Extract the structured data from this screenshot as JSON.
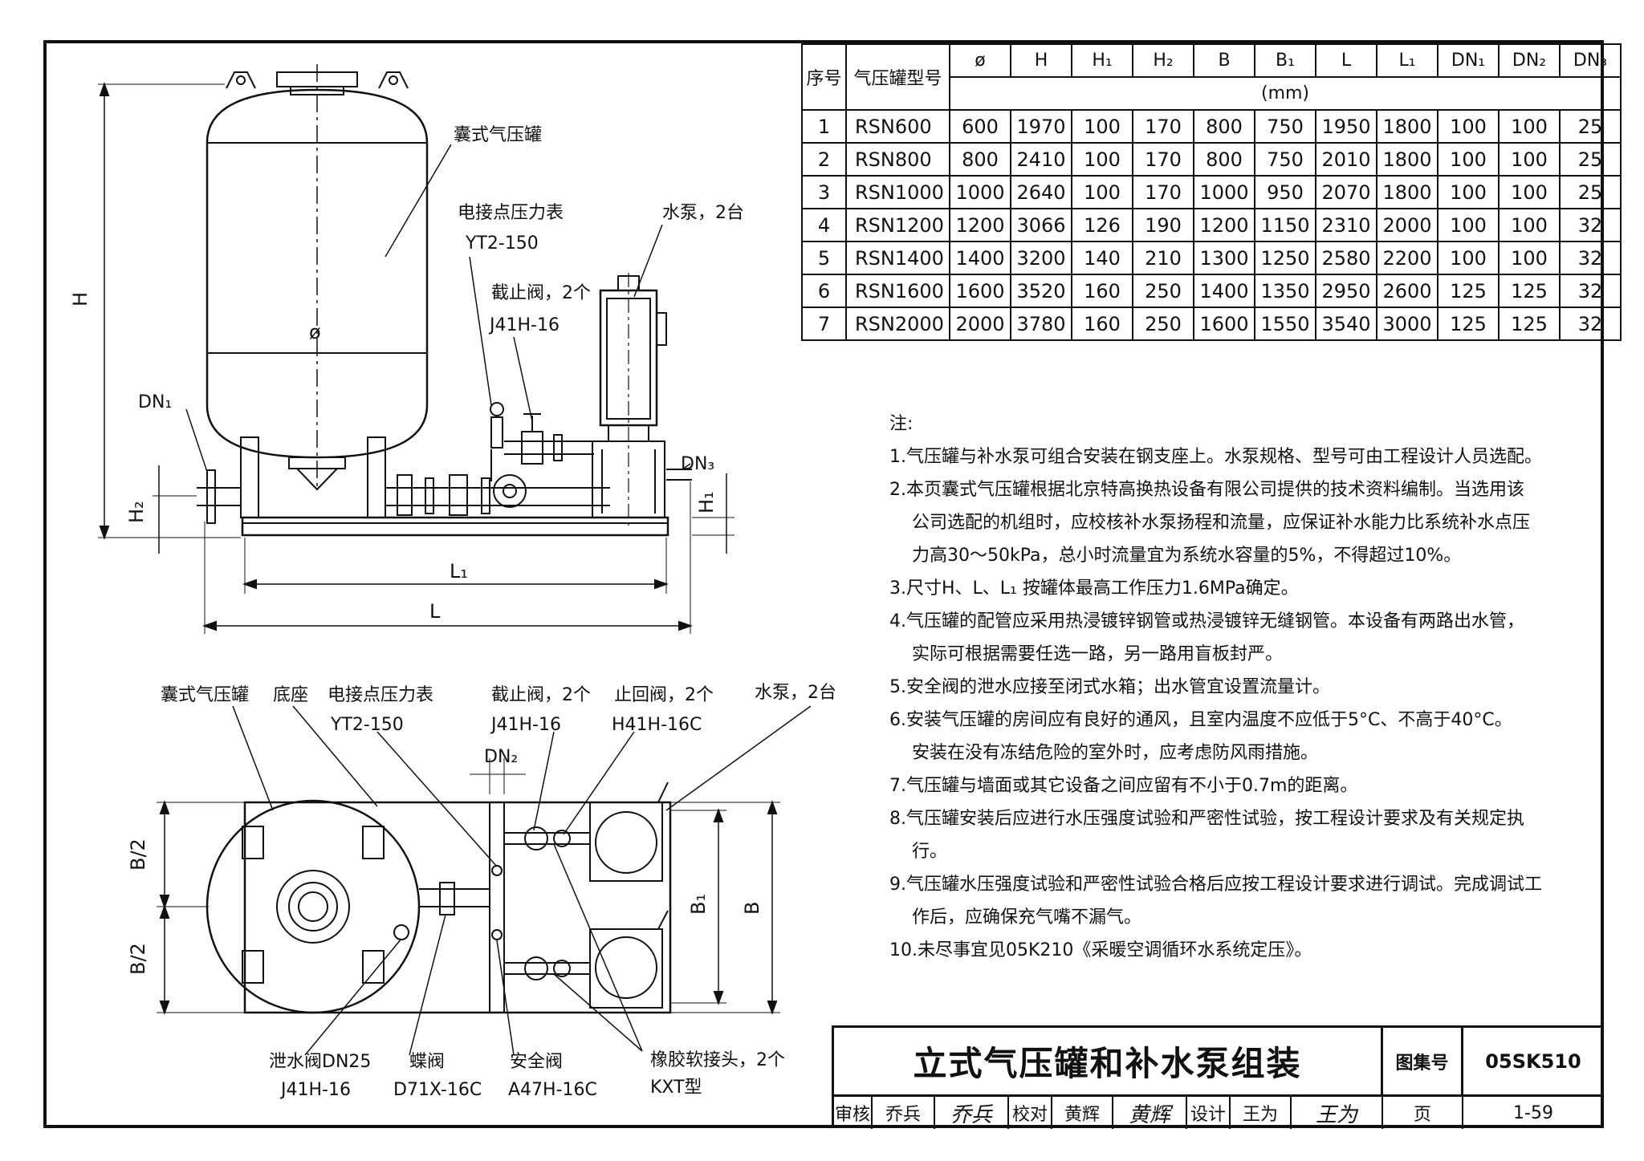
{
  "table": {
    "headers": [
      "序号",
      "气压罐型号",
      "ø",
      "H",
      "H₁",
      "H₂",
      "B",
      "B₁",
      "L",
      "L₁",
      "DN₁",
      "DN₂",
      "DN₃"
    ],
    "unit": "(mm)",
    "rows": [
      [
        "1",
        "RSN600",
        "600",
        "1970",
        "100",
        "170",
        "800",
        "750",
        "1950",
        "1800",
        "100",
        "100",
        "25"
      ],
      [
        "2",
        "RSN800",
        "800",
        "2410",
        "100",
        "170",
        "800",
        "750",
        "2010",
        "1800",
        "100",
        "100",
        "25"
      ],
      [
        "3",
        "RSN1000",
        "1000",
        "2640",
        "100",
        "170",
        "1000",
        "950",
        "2070",
        "1800",
        "100",
        "100",
        "25"
      ],
      [
        "4",
        "RSN1200",
        "1200",
        "3066",
        "126",
        "190",
        "1200",
        "1150",
        "2310",
        "2000",
        "100",
        "100",
        "32"
      ],
      [
        "5",
        "RSN1400",
        "1400",
        "3200",
        "140",
        "210",
        "1300",
        "1250",
        "2580",
        "2200",
        "100",
        "100",
        "32"
      ],
      [
        "6",
        "RSN1600",
        "1600",
        "3520",
        "160",
        "250",
        "1400",
        "1350",
        "2950",
        "2600",
        "125",
        "125",
        "32"
      ],
      [
        "7",
        "RSN2000",
        "2000",
        "3780",
        "160",
        "250",
        "1600",
        "1550",
        "3540",
        "3000",
        "125",
        "125",
        "32"
      ]
    ]
  },
  "elevation": {
    "tank_label": "囊式气压罐",
    "gauge_label": "电接点压力表",
    "gauge_model": "YT2-150",
    "pump_label": "水泵，2台",
    "valve_label": "截止阀，2个",
    "valve_model": "J41H-16",
    "dn1": "DN₁",
    "dn3": "DN₃",
    "h": "H",
    "h1": "H₁",
    "h2": "H₂",
    "phi": "ø",
    "l": "L",
    "l1": "L₁"
  },
  "plan": {
    "tank_label": "囊式气压罐",
    "base_label": "底座",
    "gauge_label": "电接点压力表",
    "gauge_model": "YT2-150",
    "stop_valve_label": "截止阀，2个",
    "stop_valve_model": "J41H-16",
    "check_valve_label": "止回阀，2个",
    "check_valve_model": "H41H-16C",
    "pump_label": "水泵，2台",
    "dn2": "DN₂",
    "b_half_top": "B/2",
    "b_half_bottom": "B/2",
    "b1": "B₁",
    "b": "B",
    "drain_label": "泄水阀DN25",
    "drain_model": "J41H-16",
    "butterfly_label": "蝶阀",
    "butterfly_model": "D71X-16C",
    "safety_label": "安全阀",
    "safety_model": "A47H-16C",
    "joint_label": "橡胶软接头，2个",
    "joint_model": "KXT型"
  },
  "notes": {
    "heading": "注:",
    "items": [
      [
        "1.气压罐与补水泵可组合安装在钢支座上。水泵规格、型号可由工程设计人员选配。"
      ],
      [
        "2.本页囊式气压罐根据北京特高换热设备有限公司提供的技术资料编制。当选用该",
        "公司选配的机组时，应校核补水泵扬程和流量，应保证补水能力比系统补水点压",
        "力高30～50kPa，总小时流量宜为系统水容量的5%，不得超过10%。"
      ],
      [
        "3.尺寸H、L、L₁ 按罐体最高工作压力1.6MPa确定。"
      ],
      [
        "4.气压罐的配管应采用热浸镀锌钢管或热浸镀锌无缝钢管。本设备有两路出水管，",
        "实际可根据需要任选一路，另一路用盲板封严。"
      ],
      [
        "5.安全阀的泄水应接至闭式水箱；出水管宜设置流量计。"
      ],
      [
        "6.安装气压罐的房间应有良好的通风，且室内温度不应低于5°C、不高于40°C。",
        "安装在没有冻结危险的室外时，应考虑防风雨措施。"
      ],
      [
        "7.气压罐与墙面或其它设备之间应留有不小于0.7m的距离。"
      ],
      [
        "8.气压罐安装后应进行水压强度试验和严密性试验，按工程设计要求及有关规定执",
        "行。"
      ],
      [
        "9.气压罐水压强度试验和严密性试验合格后应按工程设计要求进行调试。完成调试工",
        "作后，应确保充气嘴不漏气。"
      ],
      [
        "10.未尽事宜见05K210《采暖空调循环水系统定压》。"
      ]
    ]
  },
  "title_block": {
    "title": "立式气压罐和补水泵组装",
    "atlas_label": "图集号",
    "atlas_no": "05SK510",
    "review_label": "审核",
    "reviewer": "乔兵",
    "check_label": "校对",
    "checker": "黄辉",
    "design_label": "设计",
    "designer": "王为",
    "page_label": "页",
    "page_no": "1-59"
  }
}
